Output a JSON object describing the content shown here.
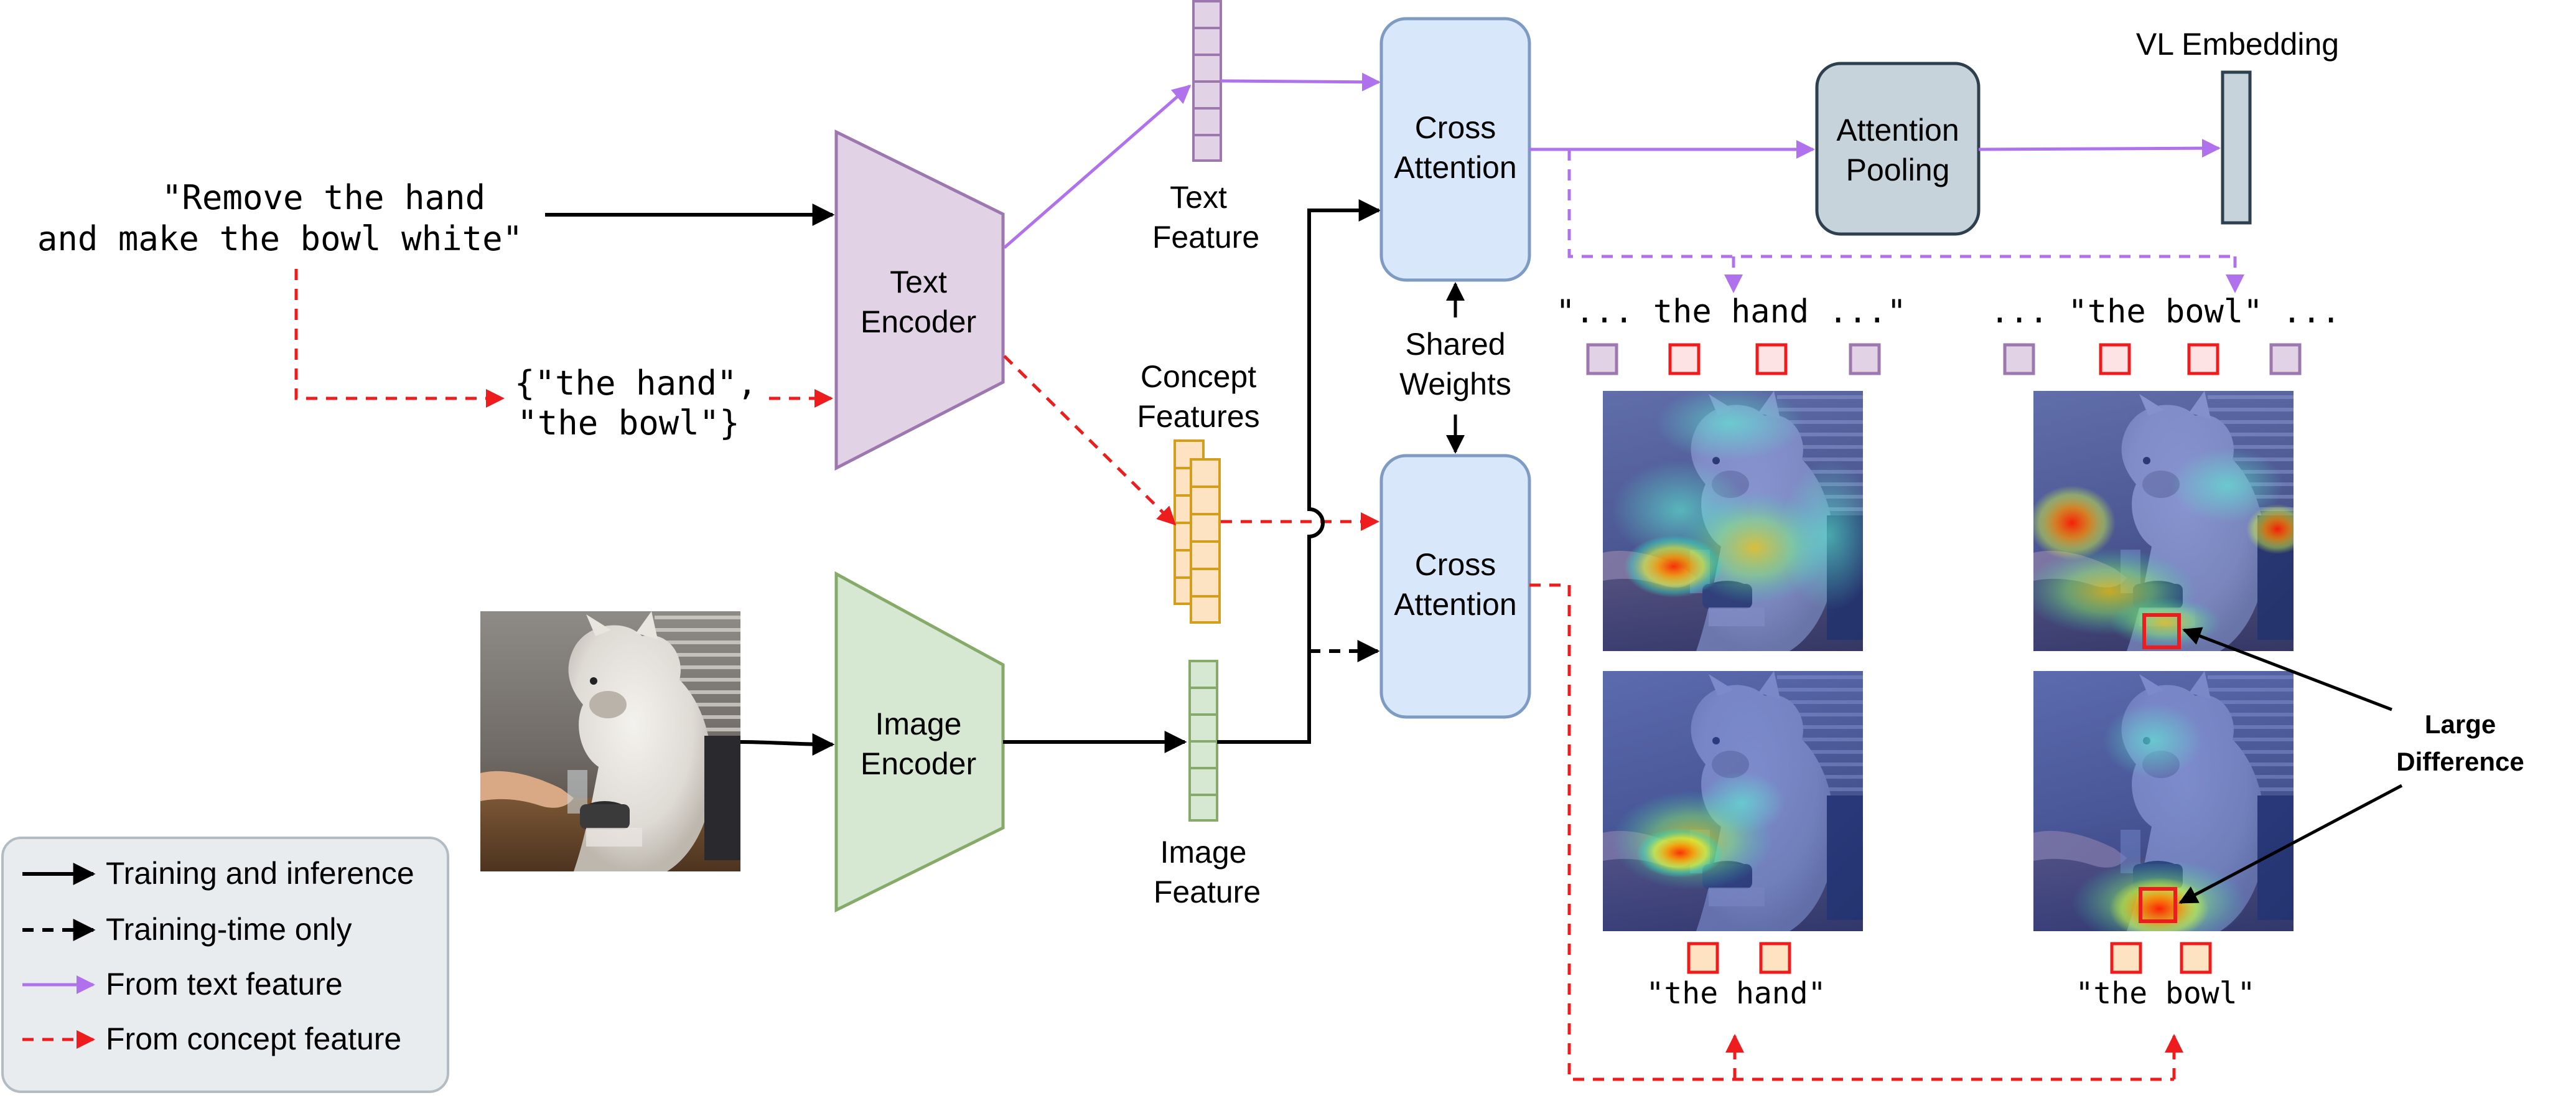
{
  "prompt": {
    "line1": "\"Remove the hand",
    "line2": "and make the bowl white\""
  },
  "concepts_text": {
    "line1": "{\"the hand\",",
    "line2": "\"the bowl\"}"
  },
  "text_encoder": {
    "line1": "Text",
    "line2": "Encoder"
  },
  "image_encoder": {
    "line1": "Image",
    "line2": "Encoder"
  },
  "text_feature": {
    "line1": "Text",
    "line2": "Feature"
  },
  "concept_features": {
    "line1": "Concept",
    "line2": "Features"
  },
  "image_feature": {
    "line1": "Image",
    "line2": "Feature"
  },
  "cross_attention_top": {
    "line1": "Cross",
    "line2": "Attention"
  },
  "cross_attention_bottom": {
    "line1": "Cross",
    "line2": "Attention"
  },
  "shared_weights": {
    "line1": "Shared",
    "line2": "Weights"
  },
  "attention_pooling": {
    "line1": "Attention",
    "line2": "Pooling"
  },
  "vl_embedding": "VL Embedding",
  "token_left": "\"... the hand ...\"",
  "token_right": "... \"the bowl\" ...",
  "concept_left": "\"the hand\"",
  "concept_right": "\"the bowl\"",
  "large_difference": {
    "line1": "Large",
    "line2": "Difference"
  },
  "legend": {
    "items": [
      {
        "label": "Training and inference",
        "color": "#000000",
        "dashed": false
      },
      {
        "label": "Training-time only",
        "color": "#000000",
        "dashed": true
      },
      {
        "label": "From text feature",
        "color": "#b072ec",
        "dashed": false
      },
      {
        "label": "From concept feature",
        "color": "#ee1c1c",
        "dashed": true
      }
    ]
  },
  "colors": {
    "purple": "#b072ec",
    "red": "#ee1c1c",
    "text_encoder_fill": "#e2d2e6",
    "text_encoder_stroke": "#9c78ae",
    "image_encoder_fill": "#d6e8d2",
    "image_encoder_stroke": "#86aa6a",
    "cross_attention_fill": "#d9e7fb",
    "cross_attention_stroke": "#7d9bc3",
    "pooling_fill": "#c6d3db",
    "pooling_stroke": "#2e3f4d",
    "concept_fill": "#fde3c2",
    "concept_stroke": "#d39e1b",
    "image_feature_fill": "#d6e8d2",
    "image_feature_stroke": "#86aa6a"
  }
}
